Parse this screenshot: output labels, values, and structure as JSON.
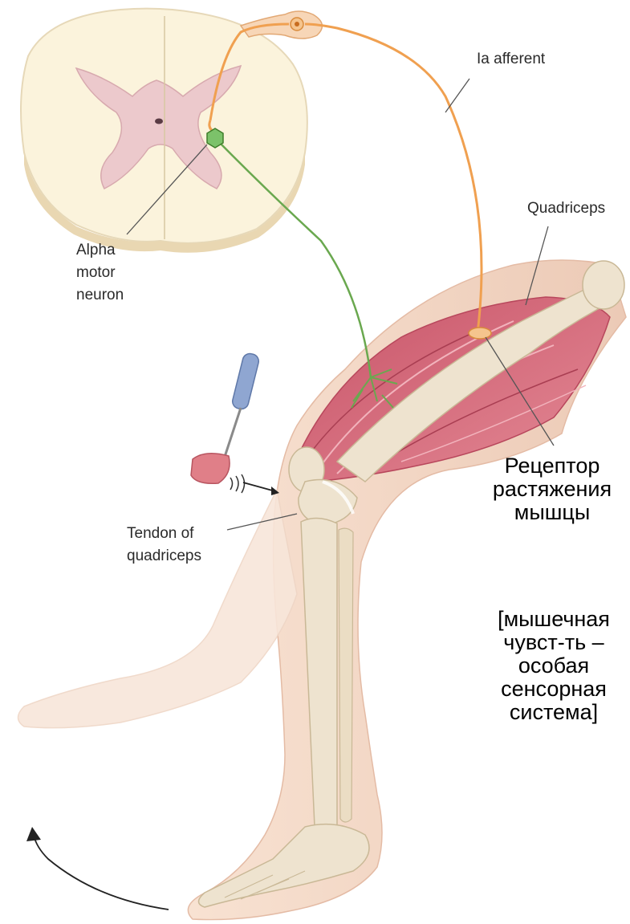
{
  "labels": {
    "ia_afferent": "Ia afferent",
    "quadriceps": "Quadriceps",
    "alpha_motor_neuron": [
      "Alpha",
      "motor",
      "neuron"
    ],
    "tendon_of_quadriceps": [
      "Tendon of",
      "quadriceps"
    ]
  },
  "annotations": {
    "stretch_receptor": [
      "Рецептор",
      "растяжения",
      "мышцы"
    ],
    "muscle_sense_note": [
      "[мышечная",
      "чувст-ть –",
      "особая",
      "сенсорная",
      "система]"
    ]
  },
  "colors": {
    "afferent_fiber": "#f0a050",
    "motor_fiber": "#6aa84f",
    "muscle": "#d9707f",
    "bone": "#eee3cf",
    "skin": "#f6dccb",
    "spinal_white_matter": "#fbf3dc",
    "spinal_gray_matter": "#ecc9cc",
    "leader_line": "#555555"
  }
}
